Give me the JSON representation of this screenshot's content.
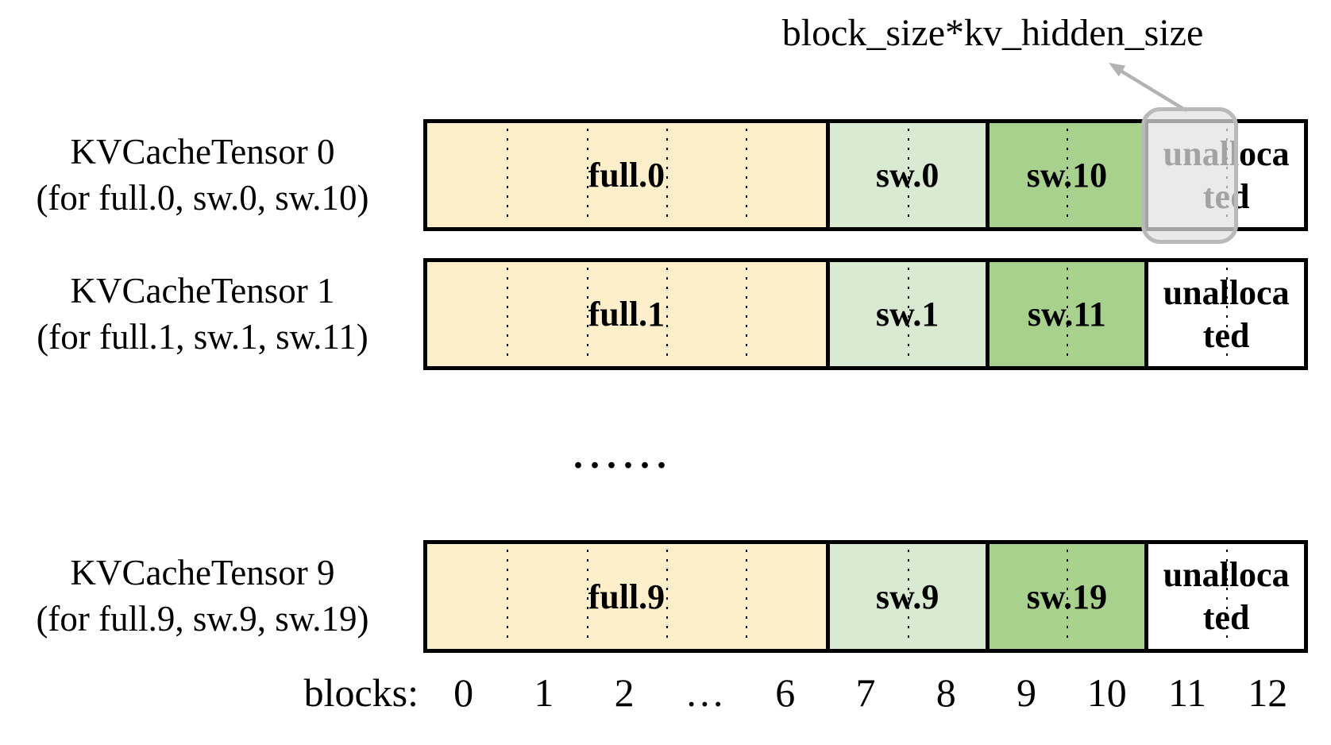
{
  "annotation": {
    "label": "block_size*kv_hidden_size"
  },
  "tensors": [
    {
      "title": "KVCacheTensor 0",
      "subtitle": "(for full.0, sw.0, sw.10)",
      "segments": [
        "full.0",
        "sw.0",
        "sw.10",
        "unallocated"
      ]
    },
    {
      "title": "KVCacheTensor 1",
      "subtitle": "(for full.1, sw.1, sw.11)",
      "segments": [
        "full.1",
        "sw.1",
        "sw.11",
        "unallocated"
      ]
    },
    {
      "title": "KVCacheTensor 9",
      "subtitle": "(for full.9, sw.9, sw.19)",
      "segments": [
        "full.9",
        "sw.9",
        "sw.19",
        "unallocated"
      ]
    }
  ],
  "ellipsis": "......",
  "axis": {
    "label": "blocks:",
    "ticks": [
      "0",
      "1",
      "2",
      "…",
      "6",
      "7",
      "8",
      "9",
      "10",
      "11",
      "12"
    ]
  },
  "colors": {
    "full_segment": "#FCEFC9",
    "sw_light": "#D9EAD3",
    "sw_dark": "#A9D18E",
    "unallocated": "#FFFFFF",
    "outline": "#000000",
    "highlight": "#B9B9B9",
    "arrow": "#B3B3B3",
    "text": "#000000"
  }
}
